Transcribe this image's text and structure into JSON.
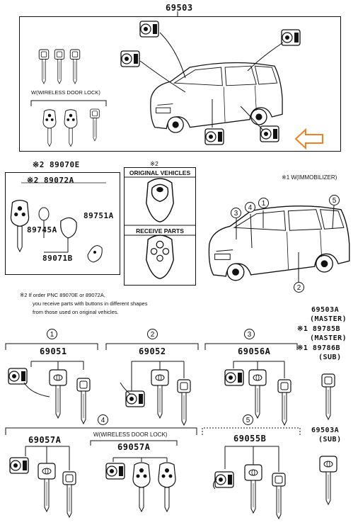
{
  "top_box": {
    "part_number": "69503",
    "wireless_note": "W(WIRELESS DOOR LOCK)"
  },
  "left_box": {
    "header": "※2 89070E",
    "subheader": "※2 89072A",
    "parts": [
      "89751A",
      "89745A",
      "89071B"
    ]
  },
  "mid_box": {
    "mark": "※2",
    "original_label": "ORIGINAL VEHICLES",
    "receive_label": "RECEIVE PARTS"
  },
  "immobilizer_note": "※1 W(IMMOBILIZER)",
  "car_callouts": [
    "3",
    "4",
    "1",
    "5",
    "2"
  ],
  "footnote": {
    "line1": "※2 If order PNC 89070E or 89072A,",
    "line2": "you receive parts with buttons in different shapes",
    "line3": "from those used on original vehicles."
  },
  "right_column": {
    "p1": "69503A",
    "p1_note": "(MASTER)",
    "p2": "※1 89785B",
    "p2_note": "(MASTER)",
    "p3": "※1 89786B",
    "p3_note": "(SUB)",
    "p4": "69503A",
    "p4_note": "(SUB)"
  },
  "sets": [
    {
      "circle": "1",
      "part": "69051"
    },
    {
      "circle": "2",
      "part": "69052"
    },
    {
      "circle": "3",
      "part": "69056A"
    },
    {
      "circle": "4",
      "part": "69057A",
      "wireless_note": "W(WIRELESS DOOR LOCK)",
      "wireless_part": "69057A"
    },
    {
      "circle": "5",
      "part": "69055B"
    }
  ],
  "colors": {
    "arrow": "#f0821e",
    "line": "#111111"
  }
}
